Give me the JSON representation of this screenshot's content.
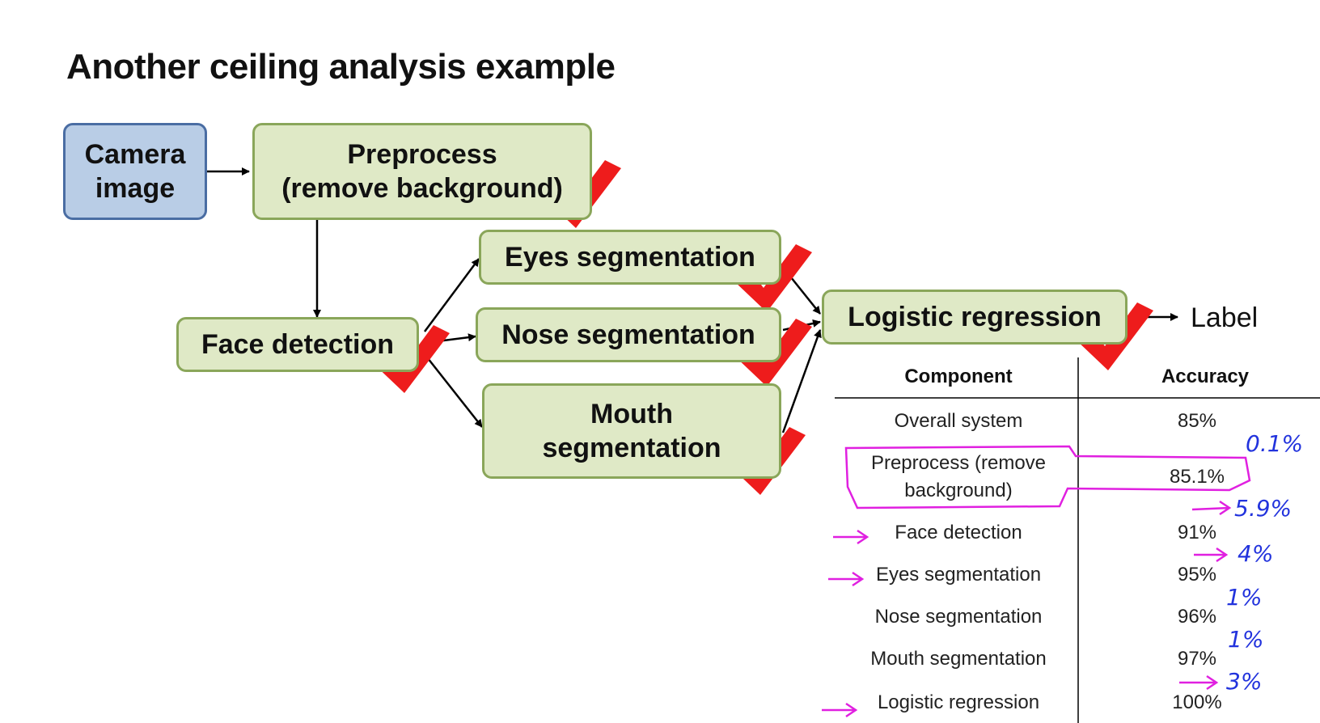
{
  "title": "Another ceiling analysis example",
  "diagram": {
    "nodes": {
      "camera": "Camera\nimage",
      "preprocess": "Preprocess\n(remove background)",
      "face": "Face detection",
      "eyes": "Eyes segmentation",
      "nose": "Nose segmentation",
      "mouth": "Mouth\nsegmentation",
      "logistic": "Logistic regression"
    },
    "output_label": "Label",
    "colors": {
      "green_fill": "#dfe9c6",
      "green_border": "#8aa65a",
      "blue_fill": "#b9cde6",
      "blue_border": "#4a6da3",
      "check": "#ee1c1c",
      "highlight": "#e020e0",
      "handwriting": "#2233dd"
    }
  },
  "table": {
    "headers": {
      "component": "Component",
      "accuracy": "Accuracy"
    },
    "rows": [
      {
        "component": "Overall system",
        "accuracy": "85%"
      },
      {
        "component": "Preprocess (remove\nbackground)",
        "accuracy": "85.1%"
      },
      {
        "component": "Face detection",
        "accuracy": "91%"
      },
      {
        "component": "Eyes segmentation",
        "accuracy": "95%"
      },
      {
        "component": "Nose segmentation",
        "accuracy": "96%"
      },
      {
        "component": "Mouth segmentation",
        "accuracy": "97%"
      },
      {
        "component": "Logistic regression",
        "accuracy": "100%"
      }
    ]
  },
  "annotations": {
    "gains": [
      "0.1%",
      "5.9%",
      "4%",
      "1%",
      "1%",
      "3%"
    ]
  }
}
